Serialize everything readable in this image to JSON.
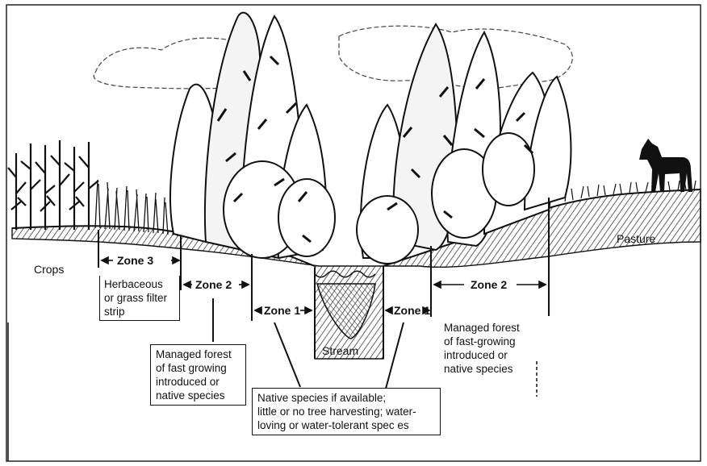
{
  "labels": {
    "crops": "Crops",
    "pasture": "Pasture",
    "stream": "Stream"
  },
  "zones": {
    "zone3": "Zone 3",
    "zone2_left": "Zone 2",
    "zone1_left": "Zone 1",
    "zone1_right": "Zone 1",
    "zone2_right": "Zone 2"
  },
  "boxes": {
    "zone3_desc": [
      "Herbaceous",
      "or grass filter",
      "strip"
    ],
    "zone2_left_desc": [
      "Managed forest",
      "of fast growing",
      "introduced or",
      "native species"
    ],
    "zone1_desc": [
      "Native species if available;",
      "little or no tree harvesting; water-",
      "loving or water-tolerant spec es"
    ],
    "zone2_right_desc": [
      "Managed forest",
      "of fast-growing",
      "introduced or",
      "native species"
    ]
  }
}
